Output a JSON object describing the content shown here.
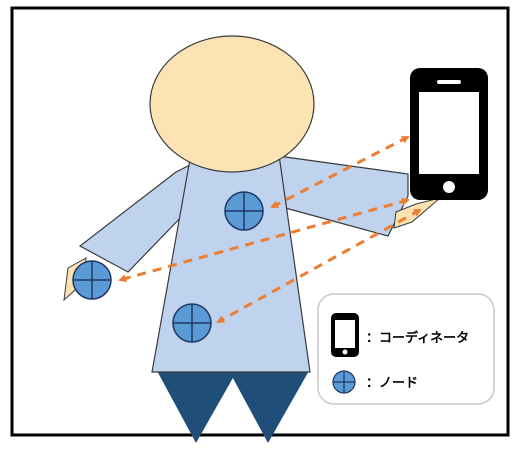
{
  "legend": {
    "coordinator_label": "：コーディネータ",
    "node_label": "：ノード",
    "coordinator_icon": "smartphone-icon",
    "node_icon": "crosshair-circle-icon"
  },
  "colors": {
    "frame": "#000000",
    "head": "#fbe3b3",
    "body": "#bfd3ee",
    "legs": "#1f4e79",
    "hand": "#fbe3b3",
    "node_fill": "#5b9bd5",
    "arrow": "#ed7d31",
    "phone": "#000000",
    "legend_border": "#c9c9c9"
  },
  "relations": [
    {
      "from": "phone",
      "to": "node-chest"
    },
    {
      "from": "phone",
      "to": "node-hand"
    },
    {
      "from": "phone",
      "to": "node-waist"
    }
  ]
}
